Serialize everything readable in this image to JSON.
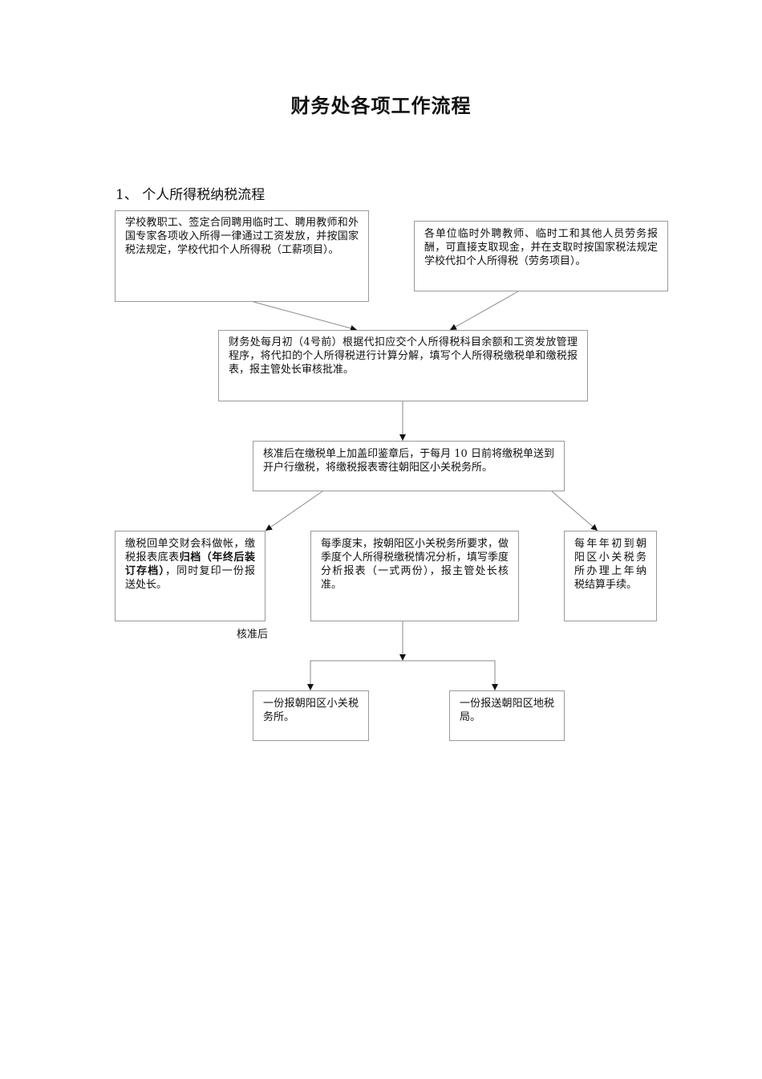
{
  "title": "财务处各项工作流程",
  "section": "1、 个人所得税纳税流程",
  "boxes": {
    "staff_salary": "学校教职工、签定合同聘用临时工、聘用教师和外国专家各项收入所得一律通过工资发放，并按国家税法规定，学校代扣个人所得税（工薪项目）。",
    "labor_pay": "各单位临时外聘教师、临时工和其他人员劳务报酬，可直接支取现金，并在支取时按国家税法规定学校代扣个人所得税（劳务项目）。",
    "monthly_calc": "财务处每月初（4号前）根据代扣应交个人所得税科目余额和工资发放管理程序，将代扣的个人所得税进行计算分解，填写个人所得税缴税单和缴税报表，报主管处长审核批准。",
    "stamp_submit": "核准后在缴税单上加盖印鉴章后，于每月 10 日前将缴税单送到开户行缴税，将缴税报表寄往朝阳区小关税务所。",
    "receipt_archive": {
      "before": "缴税回单交财会科做帐，缴税报表底表",
      "bold": "归档（年终后装订存档）",
      "after": "，同时复印一份报送处长。"
    },
    "quarterly": "每季度末，按朝阳区小关税务所要求，做季度个人所得税缴税情况分析，填写季度分析报表（一式两份），报主管处长核准。",
    "annual": "每年年初到朝阳区小关税务所办理上年纳税结算手续。",
    "copy_guanxiao": "一份报朝阳区小关税务所。",
    "copy_local_tax": "一份报送朝阳区地税局。"
  },
  "notes": {
    "approved": "核准后"
  }
}
